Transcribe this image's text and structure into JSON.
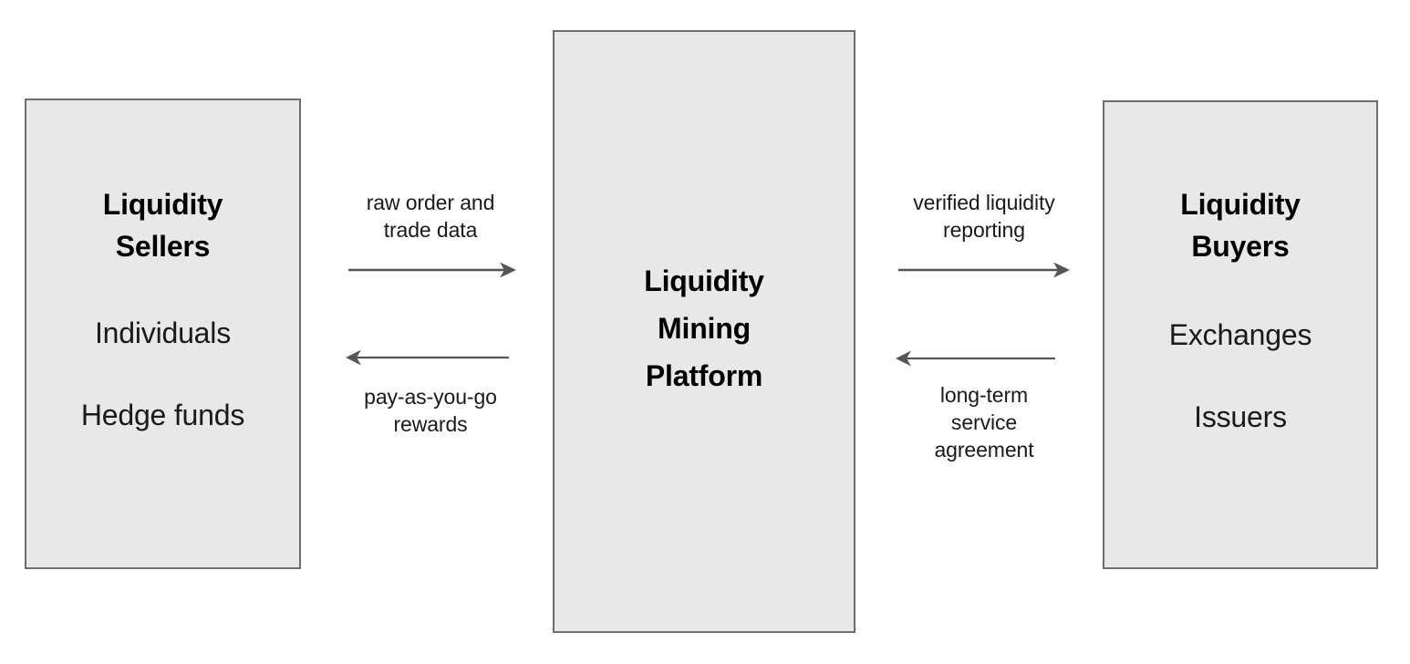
{
  "diagram": {
    "title": "Liquidity Mining Platform two-sided marketplace flow",
    "background_color": "#ffffff",
    "box_fill_color": "#e8e8e8",
    "box_border_color": "#6e6e6e",
    "text_color": "#1a1a1a",
    "arrow_color": "#555555"
  },
  "nodes": {
    "sellers": {
      "title": "Liquidity\nSellers",
      "items": [
        "Individuals",
        "Hedge funds"
      ]
    },
    "platform": {
      "title": "Liquidity\nMining\nPlatform",
      "items": []
    },
    "buyers": {
      "title": "Liquidity\nBuyers",
      "items": [
        "Exchanges",
        "Issuers"
      ]
    }
  },
  "flows": [
    {
      "id": "raw-order-and-trade-data",
      "label": "raw order and\ntrade data",
      "from": "sellers",
      "to": "platform",
      "direction": "right"
    },
    {
      "id": "pay-as-you-go-rewards",
      "label": "pay-as-you-go\nrewards",
      "from": "platform",
      "to": "sellers",
      "direction": "left"
    },
    {
      "id": "verified-liquidity-reporting",
      "label": "verified liquidity\nreporting",
      "from": "platform",
      "to": "buyers",
      "direction": "right"
    },
    {
      "id": "long-term-service-agreement",
      "label": "long-term\nservice\nagreement",
      "from": "buyers",
      "to": "platform",
      "direction": "left"
    }
  ]
}
